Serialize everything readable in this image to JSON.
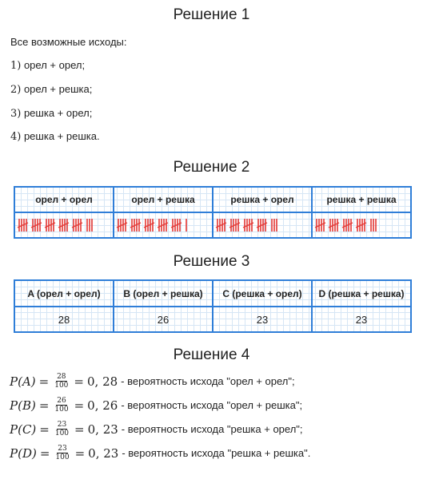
{
  "sol1": {
    "heading": "Решение 1",
    "intro": "Все возможные исходы:",
    "outcomes": [
      {
        "num": "1)",
        "text": " орел + орел;"
      },
      {
        "num": "2)",
        "text": " орел + решка;"
      },
      {
        "num": "3)",
        "text": " решка + орел;"
      },
      {
        "num": "4)",
        "text": " решка + решка."
      }
    ]
  },
  "sol2": {
    "heading": "Решение 2",
    "headers": [
      "орел + орел",
      "орел + решка",
      "решка + орел",
      "решка + решка"
    ],
    "tallies": [
      28,
      26,
      23,
      23
    ],
    "tally_color": "#e53935"
  },
  "sol3": {
    "heading": "Решение 3",
    "headers": [
      "A (орел + орел)",
      "B (орел + решка)",
      "C (решка + орел)",
      "D (решка + решка)"
    ],
    "values": [
      "28",
      "26",
      "23",
      "23"
    ]
  },
  "sol4": {
    "heading": "Решение 4",
    "formulas": [
      {
        "lhs": "P(A)",
        "num": "28",
        "den": "100",
        "dec": "0, 28",
        "desc": "- вероятность исхода \"орел + орел\";"
      },
      {
        "lhs": "P(B)",
        "num": "26",
        "den": "100",
        "dec": "0, 26",
        "desc": "- вероятность исхода \"орел + решка\";"
      },
      {
        "lhs": "P(C)",
        "num": "23",
        "den": "100",
        "dec": "0, 23",
        "desc": "- вероятность исхода \"решка + орел\";"
      },
      {
        "lhs": "P(D)",
        "num": "23",
        "den": "100",
        "dec": "0, 23",
        "desc": "- вероятность исхода \"решка + решка\"."
      }
    ]
  },
  "colors": {
    "grid_border": "#2f7ed8",
    "grid_lines": "#d6e6f5"
  }
}
